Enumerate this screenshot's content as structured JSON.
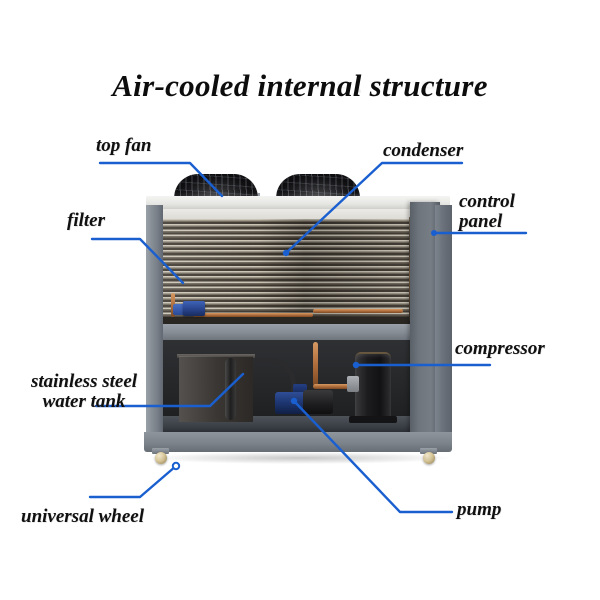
{
  "title": "Air-cooled internal structure",
  "accent_color": "#1a5fd0",
  "labels": {
    "top_fan": "top fan",
    "condenser": "condenser",
    "control_panel_line1": "control",
    "control_panel_line2": "panel",
    "filter": "filter",
    "compressor": "compressor",
    "water_tank_line1": "stainless steel",
    "water_tank_line2": "water tank",
    "pump": "pump",
    "universal_wheel": "universal wheel"
  },
  "machine": {
    "components": [
      "top fan",
      "condenser",
      "control panel",
      "filter",
      "compressor",
      "stainless steel water tank",
      "pump",
      "universal wheel"
    ]
  }
}
